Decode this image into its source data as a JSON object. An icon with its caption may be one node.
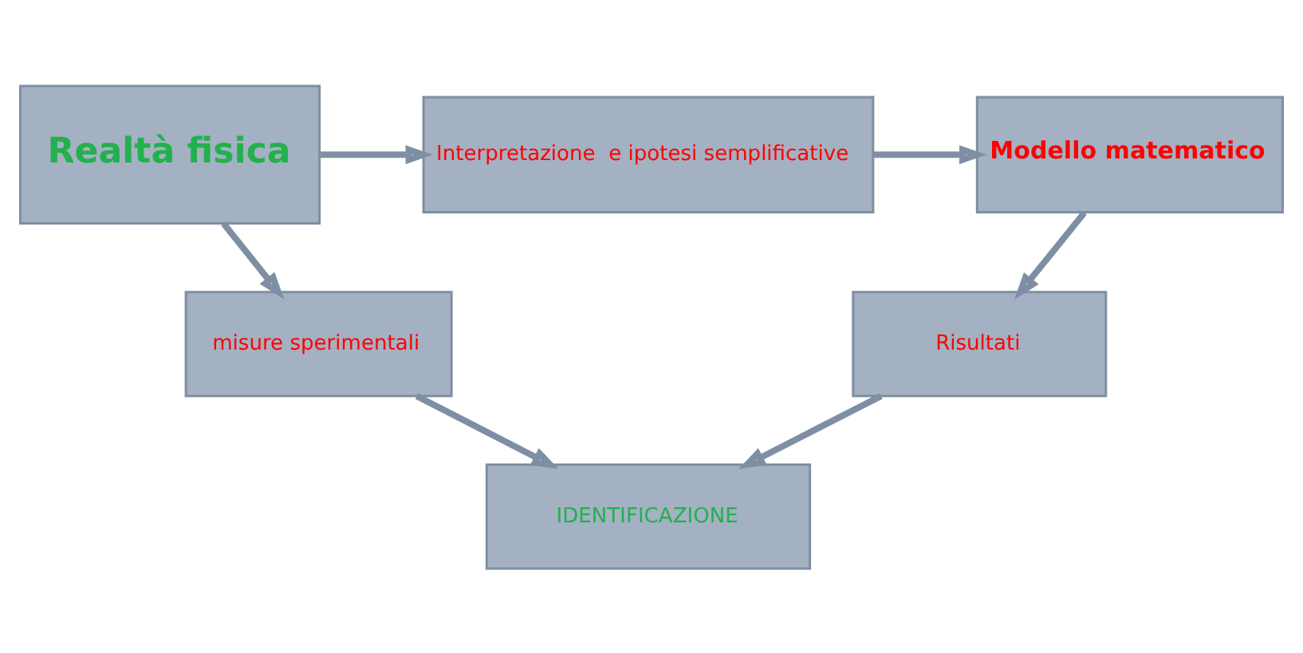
{
  "diagram": {
    "nodes": [
      {
        "text": [
          "Realtà fisica"
        ]
      },
      {
        "text": [
          "Interpretazione  e ipotesi semplificative"
        ]
      },
      {
        "text": [
          "Modello matematico"
        ]
      },
      {
        "text": [
          "misure sperimentali"
        ]
      },
      {
        "text": [
          "Risultati"
        ]
      },
      {
        "text": [
          "IDENTIFICAZIONE"
        ]
      }
    ],
    "edges": [
      {
        "from": 0,
        "to": 1,
        "arrow": "to"
      },
      {
        "from": 1,
        "to": 2,
        "arrow": "to"
      },
      {
        "from": 0,
        "to": 3,
        "arrow": "to"
      },
      {
        "from": 2,
        "to": 4,
        "arrow": "to"
      },
      {
        "from": 3,
        "to": 5,
        "arrow": "to"
      },
      {
        "from": 4,
        "to": 5,
        "arrow": "to"
      }
    ]
  }
}
